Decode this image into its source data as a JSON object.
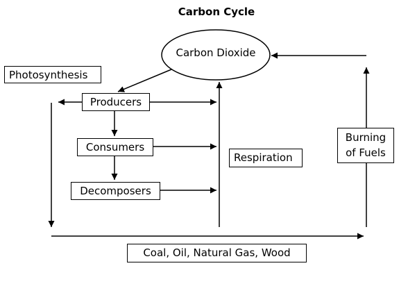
{
  "title": "Carbon Cycle",
  "nodes": {
    "carbon_dioxide": "Carbon Dioxide",
    "photosynthesis": "Photosynthesis",
    "producers": "Producers",
    "consumers": "Consumers",
    "decomposers": "Decomposers",
    "respiration": "Respiration",
    "burning_of_fuels": "Burning of Fuels",
    "fossil_fuels": "Coal, Oil, Natural Gas, Wood"
  },
  "colors": {
    "stroke": "#000000",
    "background": "#ffffff"
  }
}
